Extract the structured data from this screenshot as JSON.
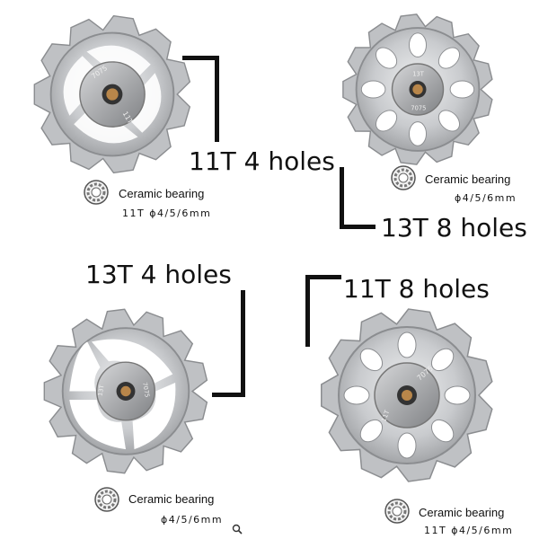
{
  "labels": {
    "top_left": "11T 4 holes",
    "top_right": "13T 8 holes",
    "bottom_left": "13T 4 holes",
    "bottom_right": "11T 8 holes"
  },
  "bearing": {
    "title": "Ceramic bearing",
    "size_11t": "11T ϕ4/5/6mm",
    "size": "ϕ4/5/6mm"
  },
  "hub_text": {
    "tl_a": "7075",
    "tl_b": "11T",
    "tr_a": "13T",
    "tr_b": "7075",
    "bl_a": "7075",
    "bl_b": "13T",
    "br_a": "7075",
    "br_b": "11T"
  },
  "colors": {
    "metal_light": "#d9dadc",
    "metal_mid": "#b4b6b9",
    "metal_dark": "#8b8d90",
    "bracket": "#111111"
  },
  "icons": [
    "pulley-wheel",
    "bearing-icon",
    "zoom-icon"
  ]
}
